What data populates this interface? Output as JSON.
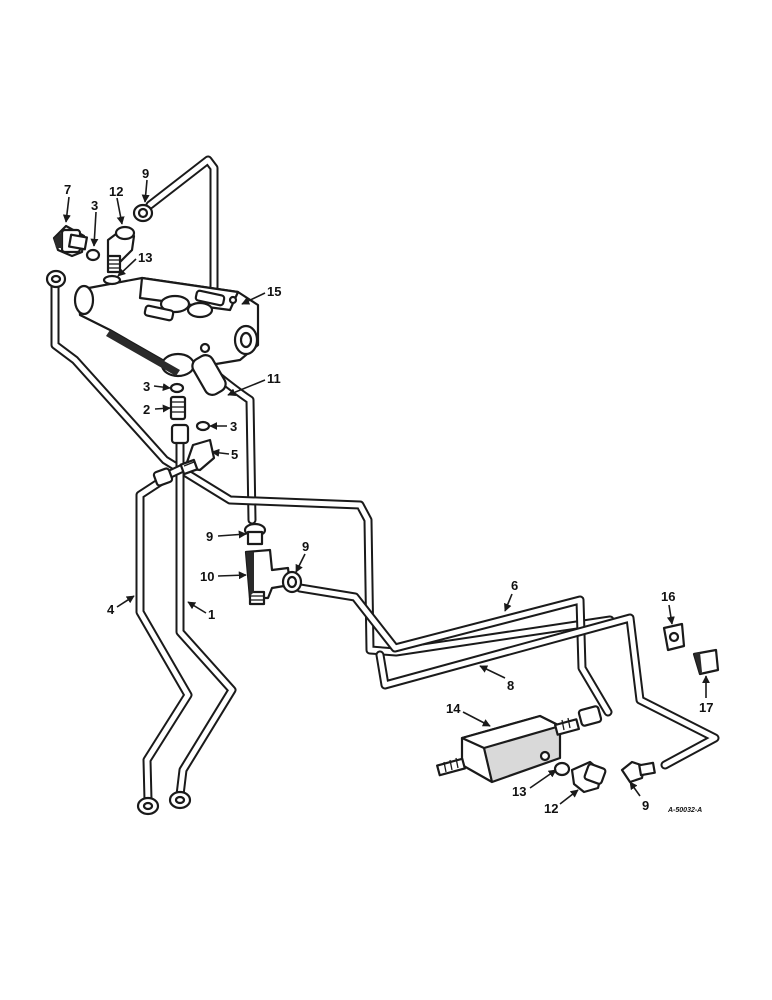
{
  "diagram": {
    "callouts": {
      "c7": "7",
      "c3a": "3",
      "c12a": "12",
      "c9a": "9",
      "c13a": "13",
      "c15": "15",
      "c11": "11",
      "c3b": "3",
      "c2": "2",
      "c3c": "3",
      "c5": "5",
      "c9b": "9",
      "c9c": "9",
      "c10": "10",
      "c6": "6",
      "c4": "4",
      "c1": "1",
      "c16": "16",
      "c8": "8",
      "c17": "17",
      "c14": "14",
      "c13b": "13",
      "c12b": "12",
      "c9d": "9"
    },
    "drawing_code": "A-50032-A"
  }
}
